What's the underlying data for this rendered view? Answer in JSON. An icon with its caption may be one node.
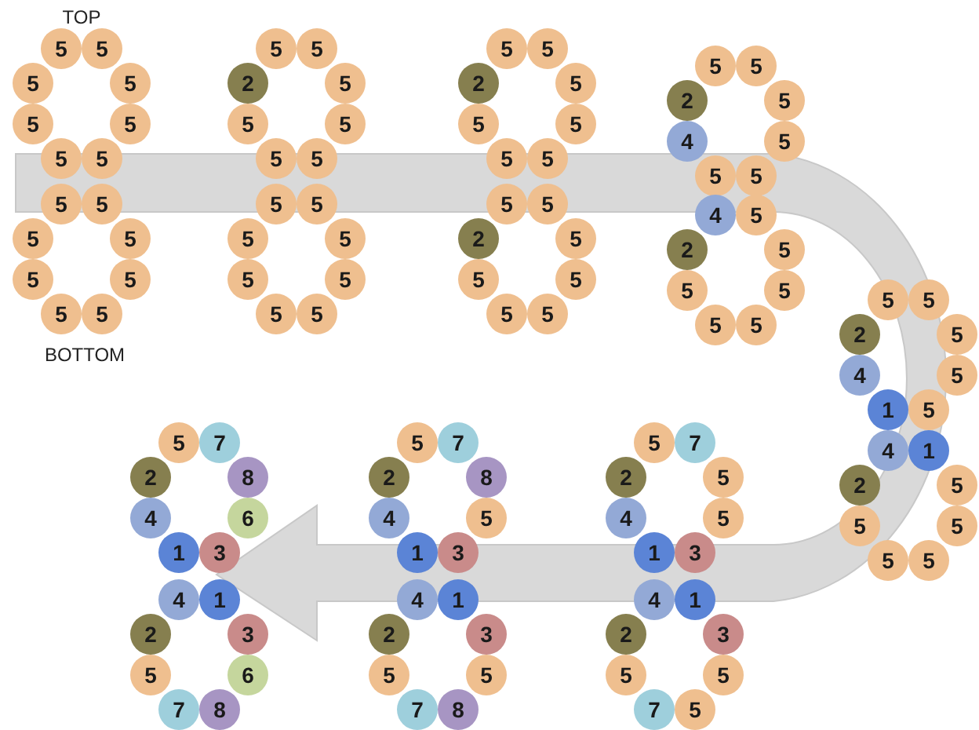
{
  "diagram": {
    "nodes": [
      {
        "text": [
          "5"
        ]
      },
      {
        "text": [
          "5"
        ]
      },
      {
        "text": [
          "5"
        ]
      },
      {
        "text": [
          "5"
        ]
      },
      {
        "text": [
          "5"
        ]
      },
      {
        "text": [
          "5"
        ]
      },
      {
        "text": [
          "5"
        ]
      },
      {
        "text": [
          "5"
        ]
      },
      {
        "text": [
          "5"
        ]
      },
      {
        "text": [
          "5"
        ]
      },
      {
        "text": [
          "5"
        ]
      },
      {
        "text": [
          "5"
        ]
      },
      {
        "text": [
          "5"
        ]
      },
      {
        "text": [
          "5"
        ]
      },
      {
        "text": [
          "5"
        ]
      },
      {
        "text": [
          "5"
        ]
      },
      {
        "text": [
          "5"
        ]
      },
      {
        "text": [
          "5"
        ]
      },
      {
        "text": [
          "5"
        ]
      },
      {
        "text": [
          "5"
        ]
      },
      {
        "text": [
          "5"
        ]
      },
      {
        "text": [
          "5"
        ]
      },
      {
        "text": [
          "5"
        ]
      },
      {
        "text": [
          "2"
        ]
      },
      {
        "text": [
          "5"
        ]
      },
      {
        "text": [
          "5"
        ]
      },
      {
        "text": [
          "5"
        ]
      },
      {
        "text": [
          "5"
        ]
      },
      {
        "text": [
          "5"
        ]
      },
      {
        "text": [
          "5"
        ]
      },
      {
        "text": [
          "5"
        ]
      },
      {
        "text": [
          "5"
        ]
      },
      {
        "text": [
          "5"
        ]
      },
      {
        "text": [
          "5"
        ]
      },
      {
        "text": [
          "5"
        ]
      },
      {
        "text": [
          "5"
        ]
      },
      {
        "text": [
          "5"
        ]
      },
      {
        "text": [
          "5"
        ]
      },
      {
        "text": [
          "5"
        ]
      },
      {
        "text": [
          "2"
        ]
      },
      {
        "text": [
          "5"
        ]
      },
      {
        "text": [
          "5"
        ]
      },
      {
        "text": [
          "5"
        ]
      },
      {
        "text": [
          "5"
        ]
      },
      {
        "text": [
          "5"
        ]
      },
      {
        "text": [
          "5"
        ]
      },
      {
        "text": [
          "5"
        ]
      },
      {
        "text": [
          "2"
        ]
      },
      {
        "text": [
          "5"
        ]
      },
      {
        "text": [
          "5"
        ]
      },
      {
        "text": [
          "5"
        ]
      },
      {
        "text": [
          "5"
        ]
      },
      {
        "text": [
          "5"
        ]
      },
      {
        "text": [
          "5"
        ]
      },
      {
        "text": [
          "4"
        ]
      },
      {
        "text": [
          "2"
        ]
      },
      {
        "text": [
          "4"
        ]
      },
      {
        "text": [
          "5"
        ]
      },
      {
        "text": [
          "5"
        ]
      },
      {
        "text": [
          "5"
        ]
      },
      {
        "text": [
          "5"
        ]
      },
      {
        "text": [
          "5"
        ]
      },
      {
        "text": [
          "5"
        ]
      },
      {
        "text": [
          "2"
        ]
      },
      {
        "text": [
          "5"
        ]
      },
      {
        "text": [
          "5"
        ]
      },
      {
        "text": [
          "5"
        ]
      },
      {
        "text": [
          "5"
        ]
      },
      {
        "text": [
          "5"
        ]
      },
      {
        "text": [
          "1"
        ]
      },
      {
        "text": [
          "4"
        ]
      },
      {
        "text": [
          "2"
        ]
      },
      {
        "text": [
          "4"
        ]
      },
      {
        "text": [
          "1"
        ]
      },
      {
        "text": [
          "5"
        ]
      },
      {
        "text": [
          "5"
        ]
      },
      {
        "text": [
          "5"
        ]
      },
      {
        "text": [
          "5"
        ]
      },
      {
        "text": [
          "5"
        ]
      },
      {
        "text": [
          "2"
        ]
      },
      {
        "text": [
          "5"
        ]
      },
      {
        "text": [
          "7"
        ]
      },
      {
        "text": [
          "5"
        ]
      },
      {
        "text": [
          "5"
        ]
      },
      {
        "text": [
          "3"
        ]
      },
      {
        "text": [
          "1"
        ]
      },
      {
        "text": [
          "4"
        ]
      },
      {
        "text": [
          "2"
        ]
      },
      {
        "text": [
          "4"
        ]
      },
      {
        "text": [
          "1"
        ]
      },
      {
        "text": [
          "3"
        ]
      },
      {
        "text": [
          "5"
        ]
      },
      {
        "text": [
          "5"
        ]
      },
      {
        "text": [
          "7"
        ]
      },
      {
        "text": [
          "5"
        ]
      },
      {
        "text": [
          "2"
        ]
      },
      {
        "text": [
          "5"
        ]
      },
      {
        "text": [
          "7"
        ]
      },
      {
        "text": [
          "8"
        ]
      },
      {
        "text": [
          "5"
        ]
      },
      {
        "text": [
          "3"
        ]
      },
      {
        "text": [
          "1"
        ]
      },
      {
        "text": [
          "4"
        ]
      },
      {
        "text": [
          "2"
        ]
      },
      {
        "text": [
          "4"
        ]
      },
      {
        "text": [
          "1"
        ]
      },
      {
        "text": [
          "3"
        ]
      },
      {
        "text": [
          "5"
        ]
      },
      {
        "text": [
          "8"
        ]
      },
      {
        "text": [
          "7"
        ]
      },
      {
        "text": [
          "5"
        ]
      },
      {
        "text": [
          "2"
        ]
      },
      {
        "text": [
          "5"
        ]
      },
      {
        "text": [
          "7"
        ]
      },
      {
        "text": [
          "8"
        ]
      },
      {
        "text": [
          "6"
        ]
      },
      {
        "text": [
          "3"
        ]
      },
      {
        "text": [
          "1"
        ]
      },
      {
        "text": [
          "4"
        ]
      },
      {
        "text": [
          "2"
        ]
      },
      {
        "text": [
          "4"
        ]
      },
      {
        "text": [
          "1"
        ]
      },
      {
        "text": [
          "3"
        ]
      },
      {
        "text": [
          "6"
        ]
      },
      {
        "text": [
          "8"
        ]
      },
      {
        "text": [
          "7"
        ]
      },
      {
        "text": [
          "5"
        ]
      },
      {
        "text": [
          "2"
        ]
      }
    ],
    "labels": [
      "TOP",
      "BOTTOM"
    ]
  }
}
